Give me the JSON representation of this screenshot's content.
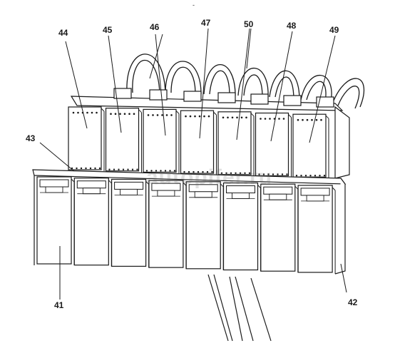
{
  "watermark": "autopifer.ru",
  "top_mark": "-",
  "callouts": {
    "c41": "41",
    "c42": "42",
    "c43": "43",
    "c44": "44",
    "c45": "45",
    "c46": "46",
    "c47": "47",
    "c48": "48",
    "c49": "49",
    "c50": "50"
  },
  "colors": {
    "ink": "#1a1a1a",
    "panel": "#ffffff",
    "shadow": "#d8d8d8"
  }
}
